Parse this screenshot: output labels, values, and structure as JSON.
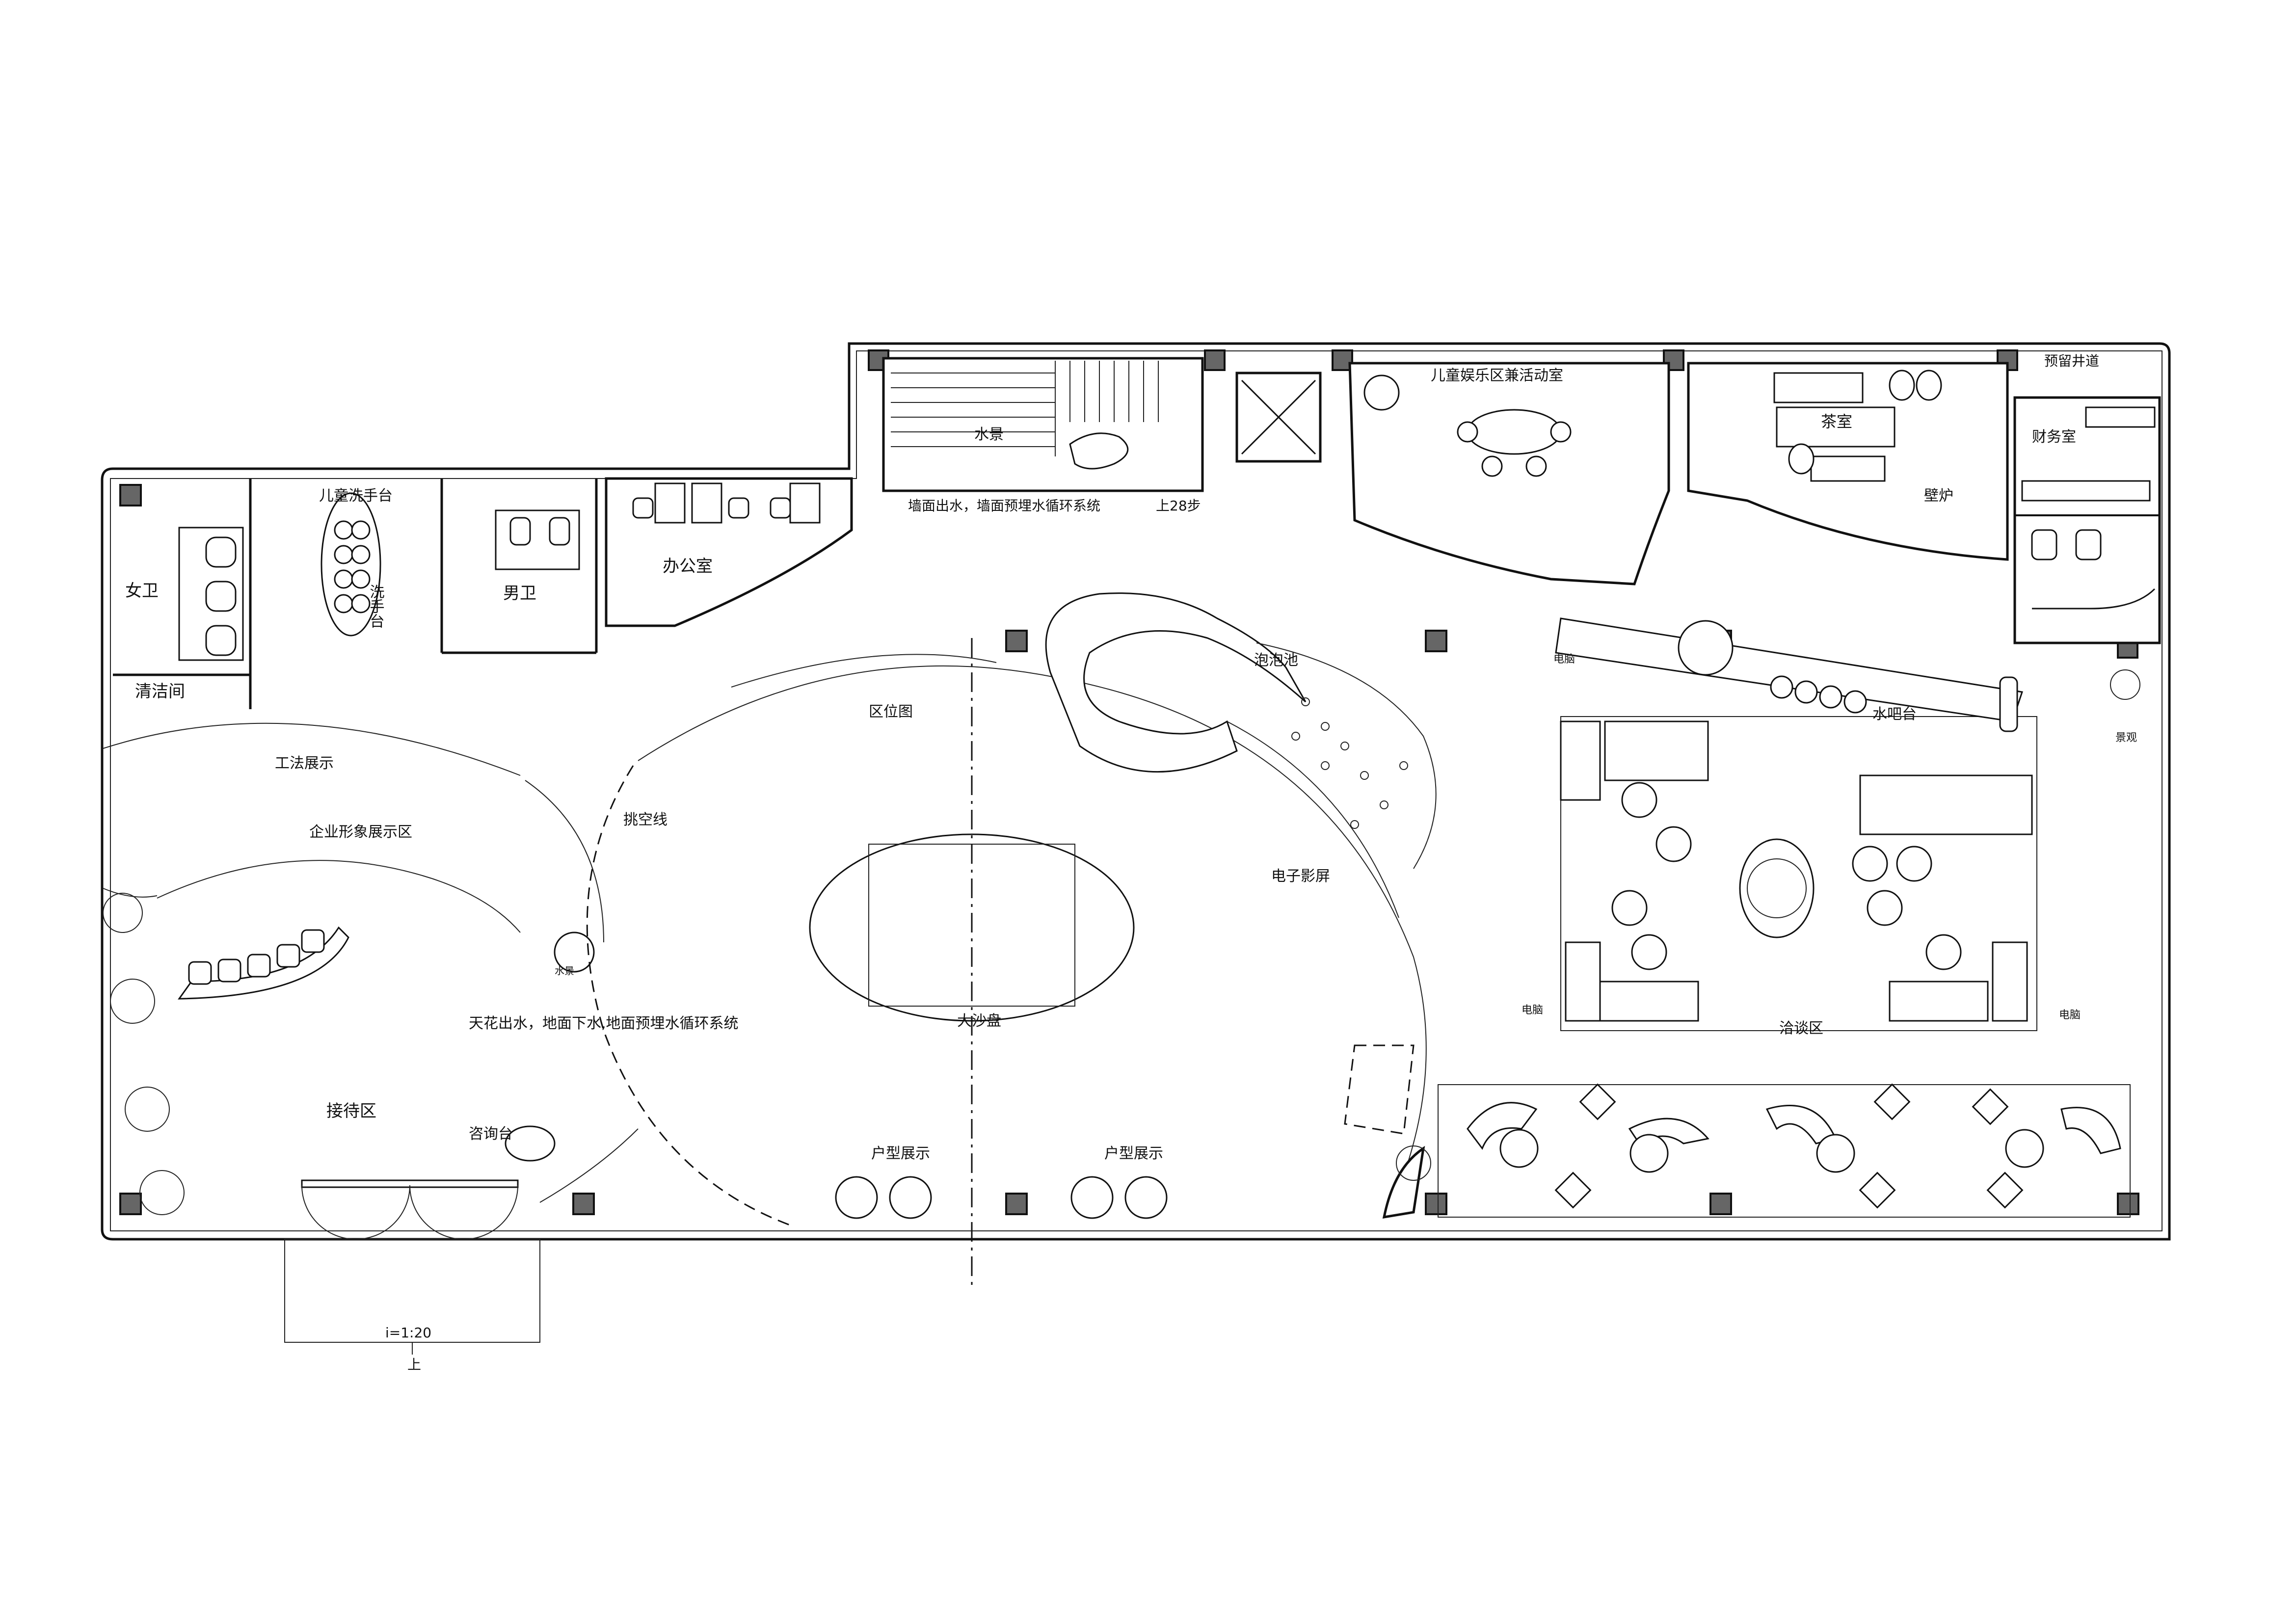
{
  "labels": {
    "child_sink": "儿童洗手台",
    "sink": "洗手台",
    "female_wc": "女卫",
    "male_wc": "男卫",
    "office": "办公室",
    "cleaning": "清洁间",
    "craft_display": "工法展示",
    "corporate_display": "企业形象展示区",
    "water_feature_stair": "水景",
    "wall_water": "墙面出水，墙面预埋水循环系统",
    "up_steps": "上28步",
    "kids_room": "儿童娱乐区兼活动室",
    "tea_room": "茶室",
    "reserved_shaft": "预留井道",
    "finance_room": "财务室",
    "fireplace": "壁炉",
    "bubble_pool": "泡泡池",
    "water_bar": "水吧台",
    "landscape": "景观",
    "computer_1": "电脑",
    "computer_2": "电脑",
    "computer_3": "电脑",
    "location_map": "区位图",
    "overhang_line": "挑空线",
    "electronic_screen": "电子影屏",
    "water_feature_small": "水景",
    "ceiling_water": "天花出水，地面下水,地面预埋水循环系统",
    "big_sandtable": "大沙盘",
    "negotiation": "洽谈区",
    "reception": "接待区",
    "consult_desk": "咨询台",
    "unit_display_1": "户型展示",
    "unit_display_2": "户型展示",
    "ramp_slope": "i=1:20",
    "ramp_up": "上"
  },
  "colors": {
    "line": "#111111",
    "column": "#666666",
    "background": "#ffffff"
  }
}
